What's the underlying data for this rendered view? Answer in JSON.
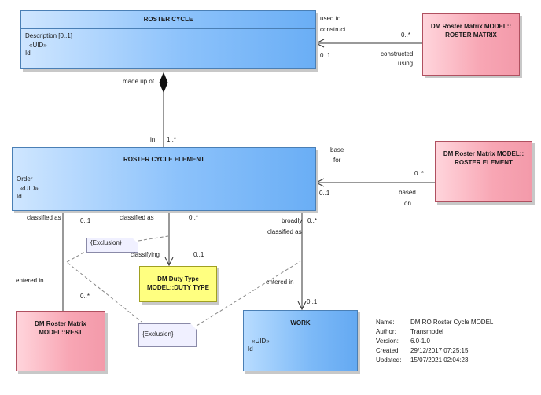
{
  "classes": {
    "roster_cycle": {
      "title": "ROSTER CYCLE",
      "attribute": "Description [0..1]",
      "stereotype": "«UID»",
      "id": "Id"
    },
    "roster_cycle_element": {
      "title": "ROSTER CYCLE ELEMENT",
      "attribute": "Order",
      "stereotype": "«UID»",
      "id": "Id"
    },
    "work": {
      "title": "WORK",
      "stereotype": "«UID»",
      "id": "Id"
    },
    "duty_type": {
      "line1": "DM Duty Type",
      "line2": "MODEL::DUTY TYPE"
    },
    "roster_matrix": {
      "line1": "DM Roster Matrix MODEL::",
      "line2": "ROSTER MATRIX"
    },
    "roster_element": {
      "line1": "DM Roster Matrix MODEL::",
      "line2": "ROSTER ELEMENT"
    },
    "rest": {
      "line1": "DM Roster Matrix",
      "line2": "MODEL::REST"
    }
  },
  "labels": {
    "used_to": "used to",
    "construct": "construct",
    "mult_0_star_a": "0..*",
    "mult_0_1_a": "0..1",
    "constructed": "constructed",
    "using": "using",
    "made_up_of": "made up of",
    "in": "in",
    "mult_1_star": "1..*",
    "base": "base",
    "for": "for",
    "mult_0_star_b": "0..*",
    "mult_0_1_b": "0..1",
    "based": "based",
    "on": "on",
    "classified_as_1": "classified as",
    "mult_0_1_c": "0..1",
    "classified_as_2": "classified as",
    "mult_0_star_c": "0..*",
    "broadly": "broadly",
    "mult_0_star_d": "0..*",
    "classified_as_3": "classified as",
    "classifying": "classifying",
    "mult_0_1_d": "0..1",
    "entered_in_1": "entered in",
    "entered_in_2": "entered in",
    "mult_0_star_e": "0..*",
    "mult_0_1_e": "0..1"
  },
  "notes": {
    "exclusion_1": "{Exclusion}",
    "exclusion_2": "{Exclusion}"
  },
  "properties": [
    {
      "key": "Name:",
      "value": "DM RO Roster Cycle MODEL"
    },
    {
      "key": "Author:",
      "value": "Transmodel"
    },
    {
      "key": "Version:",
      "value": "6.0-1.0"
    },
    {
      "key": "Created:",
      "value": "29/12/2017 07:25:15"
    },
    {
      "key": "Updated:",
      "value": "15/07/2021 02:04:23"
    }
  ]
}
